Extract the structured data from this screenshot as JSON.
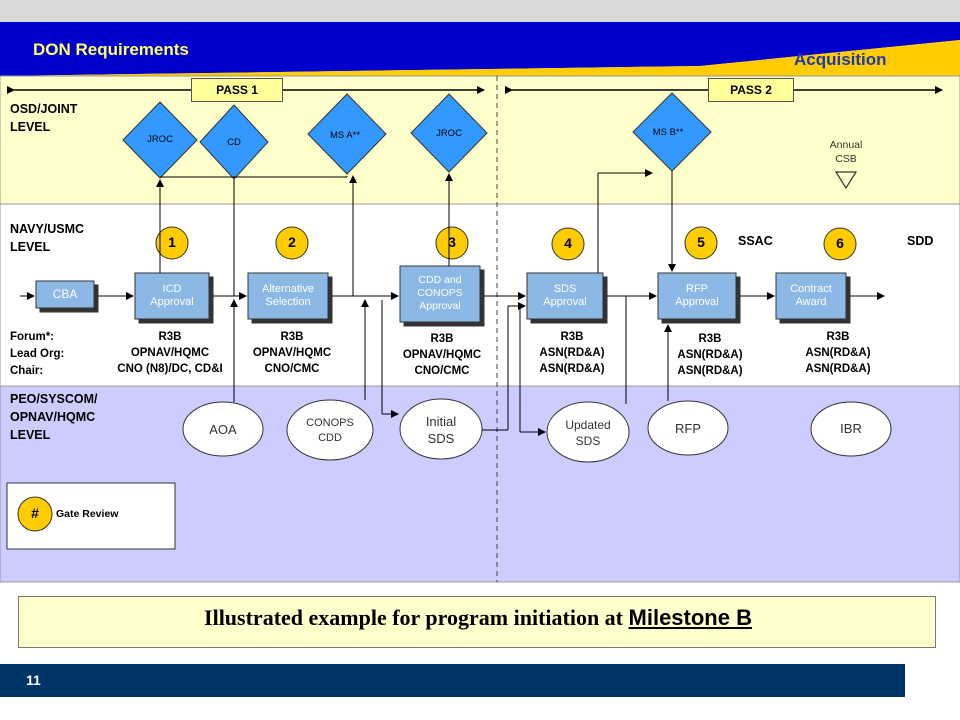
{
  "header": {
    "left_title": "DON Requirements",
    "right_title": "Acquisition"
  },
  "passes": [
    {
      "label": "PASS 1"
    },
    {
      "label": "PASS 2"
    }
  ],
  "levels": [
    {
      "line1": "OSD/JOINT",
      "line2": "LEVEL"
    },
    {
      "line1": "NAVY/USMC",
      "line2": "LEVEL"
    },
    {
      "line1": "PEO/SYSCOM/",
      "line2": "OPNAV/HQMC",
      "line3": "LEVEL"
    }
  ],
  "diamonds": [
    {
      "label": "JROC"
    },
    {
      "label": "CD"
    },
    {
      "label": "MS A**"
    },
    {
      "label": "JROC"
    },
    {
      "label": "MS B**"
    }
  ],
  "annual_csb": {
    "line1": "Annual",
    "line2": "CSB"
  },
  "gates": [
    "1",
    "2",
    "3",
    "4",
    "5",
    "6"
  ],
  "ssac_label": "SSAC",
  "sdd_label": "SDD",
  "boxes": [
    {
      "line1": "CBA",
      "line2": ""
    },
    {
      "line1": "ICD",
      "line2": "Approval"
    },
    {
      "line1": "Alternative",
      "line2": "Selection"
    },
    {
      "line1": "CDD and",
      "line2": "CONOPS",
      "line3": "Approval"
    },
    {
      "line1": "SDS",
      "line2": "Approval"
    },
    {
      "line1": "RFP",
      "line2": "Approval"
    },
    {
      "line1": "Contract",
      "line2": "Award"
    }
  ],
  "forum_labels": {
    "forum": "Forum*:",
    "lead": "Lead Org:",
    "chair": "Chair:"
  },
  "stacks": [
    {
      "forum": "R3B",
      "lead": "OPNAV/HQMC",
      "chair": "CNO (N8)/DC,  CD&I"
    },
    {
      "forum": "R3B",
      "lead": "OPNAV/HQMC",
      "chair": "CNO/CMC"
    },
    {
      "forum": "R3B",
      "lead": "OPNAV/HQMC",
      "chair": "CNO/CMC"
    },
    {
      "forum": "R3B",
      "lead": "ASN(RD&A)",
      "chair": "ASN(RD&A)"
    },
    {
      "forum": "R3B",
      "lead": "ASN(RD&A)",
      "chair": "ASN(RD&A)"
    },
    {
      "forum": "R3B",
      "lead": "ASN(RD&A)",
      "chair": "ASN(RD&A)"
    }
  ],
  "ovals": [
    {
      "line1": "AOA",
      "line2": ""
    },
    {
      "line1": "CONOPS",
      "line2": "CDD"
    },
    {
      "line1": "Initial",
      "line2": "SDS"
    },
    {
      "line1": "Updated",
      "line2": "SDS"
    },
    {
      "line1": "RFP",
      "line2": ""
    },
    {
      "line1": "IBR",
      "line2": ""
    }
  ],
  "legend": {
    "symbol": "#",
    "label": "Gate Review"
  },
  "caption": {
    "text": "Illustrated example for program initiation at ",
    "milestone": "Milestone B"
  },
  "page_number": "11",
  "colors": {
    "banner_blue": "#0000cc",
    "banner_yellow": "#ffcc00",
    "osd_band": "#ffffcc",
    "navy_band": "#ffffff",
    "peo_band": "#ccccff",
    "box_fill": "#5b9bd5",
    "diamond_fill": "#3399ff",
    "gate_fill": "#ffcc00",
    "footer": "#003366"
  }
}
